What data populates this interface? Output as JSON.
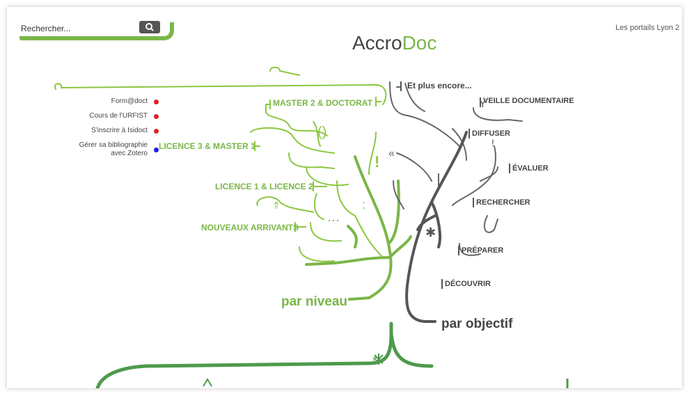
{
  "header": {
    "search_placeholder": "Rechercher...",
    "search_icon": "search-icon",
    "portals_link": "Les portails Lyon 2",
    "logo_part1": "Accro",
    "logo_part2": "Doc"
  },
  "links": [
    {
      "label": "Form@doct",
      "dot_color": "#e02020"
    },
    {
      "label": "Cours de l'URFIST",
      "dot_color": "#e02020"
    },
    {
      "label": "S'inscrire à Isidoct",
      "dot_color": "#e02020"
    },
    {
      "label": "Gérer sa bibliographie avec Zotero",
      "dot_color": "#2020e0"
    }
  ],
  "levels": {
    "master2": "MASTER 2 & DOCTORAT",
    "licence3": "LICENCE 3 & MASTER 1",
    "licence1": "LICENCE 1 & LICENCE 2",
    "nouveaux": "NOUVEAUX ARRIVANTS",
    "par_niveau": "par niveau"
  },
  "objectives": {
    "plus": "Et plus encore...",
    "veille": "VEILLE DOCUMENTAIRE",
    "diffuser": "DIFFUSER",
    "evaluer": "ÉVALUER",
    "rechercher": "RECHERCHER",
    "preparer": "PRÉPARER",
    "decouvrir": "DÉCOUVRIR",
    "par_objectif": "par objectif"
  },
  "colors": {
    "green": "#7ab648",
    "dark": "#555555",
    "deep_green": "#4e9a4e"
  }
}
